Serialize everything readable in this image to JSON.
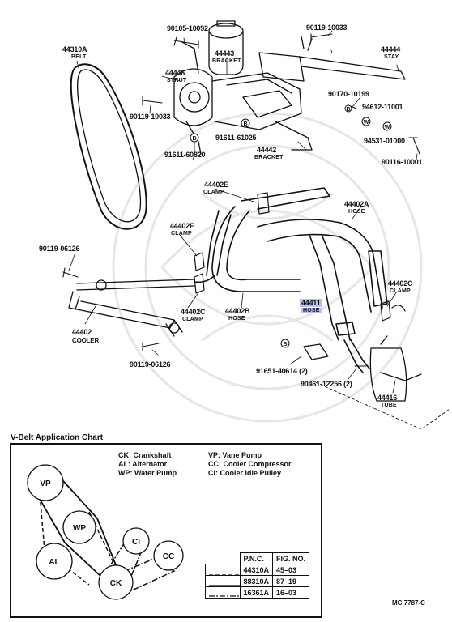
{
  "callouts": [
    {
      "id": "p1",
      "text": "90105-10092"
    },
    {
      "id": "p2",
      "text": "44443",
      "sub": "BRACKET"
    },
    {
      "id": "p3",
      "text": "90119-10033"
    },
    {
      "id": "p4",
      "text": "44444",
      "sub": "STAY"
    },
    {
      "id": "p5",
      "text": "44310A",
      "sub": "BELT"
    },
    {
      "id": "p6",
      "text": "44446",
      "sub": "STRUT"
    },
    {
      "id": "p7",
      "text": "90170-10199"
    },
    {
      "id": "p8",
      "text": "94612-11001"
    },
    {
      "id": "p9",
      "text": "90119-10033"
    },
    {
      "id": "p10",
      "text": "91611-61025"
    },
    {
      "id": "p11",
      "text": "94531-01000"
    },
    {
      "id": "p12",
      "text": "44442",
      "sub": "BRACKET"
    },
    {
      "id": "p13",
      "text": "91611-60820"
    },
    {
      "id": "p14",
      "text": "90116-10001"
    },
    {
      "id": "p15",
      "text": "44402E",
      "sub": "CLAMP"
    },
    {
      "id": "p16",
      "text": "44402A",
      "sub": "HOSE"
    },
    {
      "id": "p17",
      "text": "44402E",
      "sub": "CLAMP"
    },
    {
      "id": "p18",
      "text": "90119-06126"
    },
    {
      "id": "p19",
      "text": "44402C",
      "sub": "CLAMP"
    },
    {
      "id": "p20",
      "text": "44411",
      "sub": "HOSE"
    },
    {
      "id": "p21",
      "text": "44402C",
      "sub": "CLAMP"
    },
    {
      "id": "p22",
      "text": "44402B",
      "sub": "HOSE"
    },
    {
      "id": "p23",
      "text": "44402",
      "sub": "COOLER"
    },
    {
      "id": "p24",
      "text": "90119-06126"
    },
    {
      "id": "p25",
      "text": "91651-40614 (2)"
    },
    {
      "id": "p26",
      "text": "90461-12256 (2)"
    },
    {
      "id": "p27",
      "text": "44416",
      "sub": "TUBE"
    }
  ],
  "small_labels": [
    "B",
    "B",
    "W",
    "W",
    "B",
    "B"
  ],
  "chart": {
    "title": "V-Belt Application Chart",
    "legend_left": [
      "CK: Crankshaft",
      "AL: Alternator",
      "WP: Water Pump"
    ],
    "legend_right": [
      "VP: Vane Pump",
      "CC: Cooler Compressor",
      "CI: Cooler Idle Pulley"
    ],
    "pulleys": [
      "VP",
      "WP",
      "AL",
      "CK",
      "CI",
      "CC"
    ],
    "table_headers": [
      "P.N.C.",
      "FIG. NO."
    ],
    "table_rows": [
      {
        "pnc": "44310A",
        "fig": "45–03"
      },
      {
        "pnc": "88310A",
        "fig": "87–19"
      },
      {
        "pnc": "16361A",
        "fig": "16–03"
      }
    ]
  },
  "figure_code": "MC  7787-C"
}
